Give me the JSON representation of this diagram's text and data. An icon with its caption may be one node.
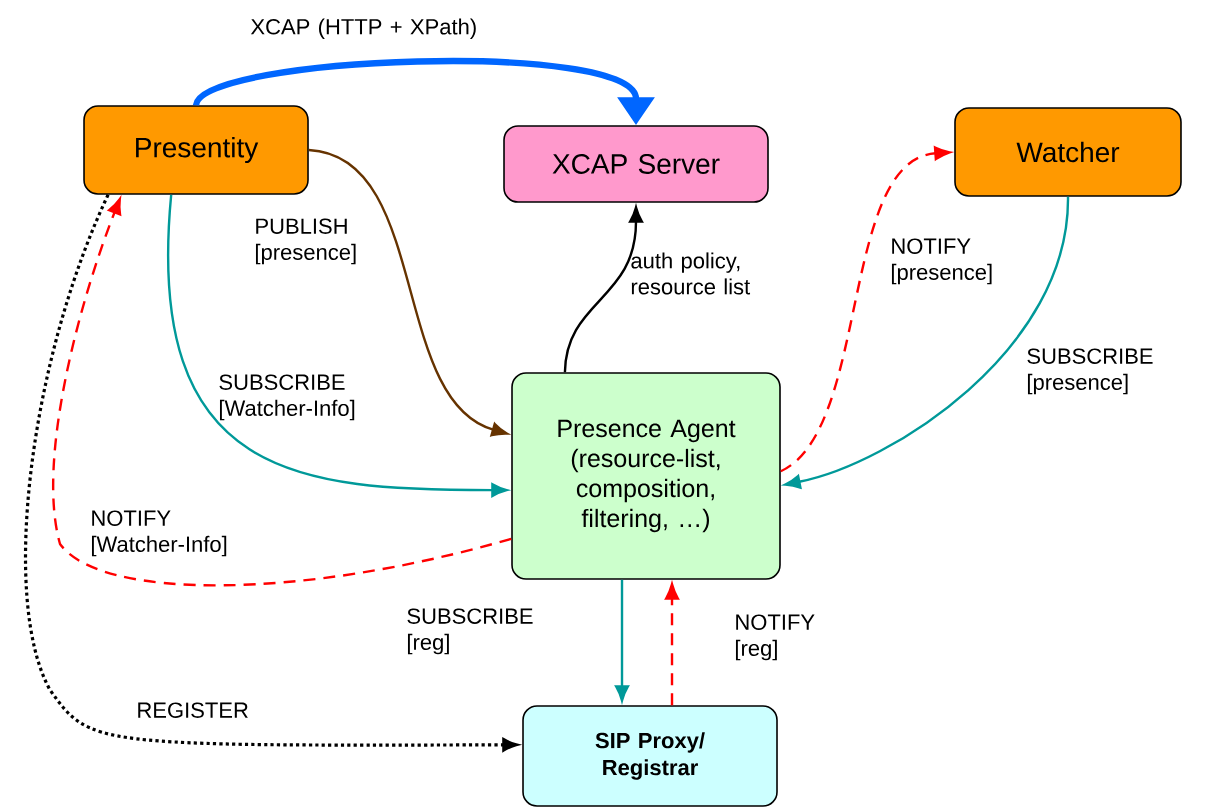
{
  "diagram": {
    "nodes": [
      {
        "text": [
          "Presentity"
        ]
      },
      {
        "text": [
          "XCAP Server"
        ]
      },
      {
        "text": [
          "Watcher"
        ]
      },
      {
        "text": [
          "Presence Agent (resource-list, composition, filtering, …)"
        ]
      },
      {
        "text": [
          "SIP Proxy/ Registrar"
        ]
      }
    ],
    "edges": [
      {
        "from": 0,
        "to": 1,
        "arrow": "to",
        "label": "XCAP (HTTP + XPath)",
        "style": "thick",
        "color": "#0066ff"
      },
      {
        "from": 0,
        "to": 3,
        "arrow": "to",
        "label": "PUBLISH [presence]",
        "color": "#663300"
      },
      {
        "from": 3,
        "to": 1,
        "arrow": "to",
        "label": "auth policy, resource list",
        "color": "#000000"
      },
      {
        "from": 3,
        "to": 2,
        "arrow": "to",
        "label": "NOTIFY [presence]",
        "style": "dashed",
        "color": "#ff0000"
      },
      {
        "from": 2,
        "to": 3,
        "arrow": "to",
        "label": "SUBSCRIBE [presence]",
        "color": "#009999"
      },
      {
        "from": 0,
        "to": 3,
        "arrow": "to",
        "label": "SUBSCRIBE [Watcher-Info]",
        "color": "#009999"
      },
      {
        "from": 3,
        "to": 0,
        "arrow": "to",
        "label": "NOTIFY [Watcher-Info]",
        "style": "dashed",
        "color": "#ff0000"
      },
      {
        "from": 3,
        "to": 4,
        "arrow": "to",
        "label": "SUBSCRIBE [reg]",
        "color": "#009999"
      },
      {
        "from": 4,
        "to": 3,
        "arrow": "to",
        "label": "NOTIFY [reg]",
        "style": "dashed",
        "color": "#ff0000"
      },
      {
        "from": 0,
        "to": 4,
        "arrow": "to",
        "label": "REGISTER",
        "style": "dashed",
        "color": "#000000"
      }
    ]
  }
}
